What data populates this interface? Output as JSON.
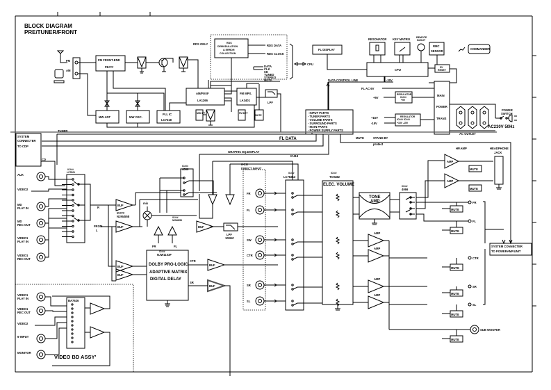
{
  "title": {
    "line1": "BLOCK DIAGRAM",
    "line2": "PRE/TUNER/FRONT"
  },
  "tuner": {
    "fm_label": "FM",
    "am_label": "AM",
    "fm_front_end": "FM FRONT-END",
    "fm_front_end_ic": "FE###",
    "mw_ant": "MW ANT",
    "mw_osc": "MW OSC.",
    "pll_ic": "PLL IC",
    "pll_ic_part": "LC7218",
    "amfm_if": "AM/FM IF",
    "amfm_if_part": "LA1266",
    "mw_ift": "MW IFT",
    "fm_mpx": "FM MPX.",
    "fm_mpx_part": "LA3401",
    "fm_det": "FM DET",
    "mute": "MUTE",
    "lpf": "LPF",
    "rds_only": "RDS ONLY",
    "rds_block": [
      "RDS",
      "DEMODULATION",
      "& ERROR",
      "COLLECTION"
    ],
    "rds_data": "RDS DATA",
    "rds_clock": "RDS CLOCK",
    "cpu_bus": [
      "DATA",
      "CLK",
      "CE",
      "TUNED",
      "STEREO",
      "MUTE"
    ],
    "cpu_arrow": "CPU"
  },
  "control": {
    "fl_display": "FL DISPLAY",
    "resonator": "RESONATOR",
    "key_matrix": "KEY MATRIX",
    "remote_inout": [
      "REMOTE",
      "IN/OUT"
    ],
    "rmc_sensor": [
      "RMC",
      "SENSOR"
    ],
    "commander": "COMMANDER",
    "cpu": "CPU",
    "reset": [
      "5V",
      "RESET"
    ],
    "minus30v": "-30V",
    "data_control_line": "DATA CONTROL LINE",
    "parts_list": [
      "- INPUT PARTS",
      "- TUNER PARTS",
      "- VOLUME PARTS",
      "- SURROUND PARTS",
      "- MAIN PARTS",
      "- POWER SUPPLY PARTS"
    ],
    "fl_ac": "FL AC 6V",
    "plus5v": "+5V",
    "regulator1": [
      "REGULATOR",
      "IC###",
      "+5V"
    ],
    "plus15v": "+15V",
    "minus15v": "-15V",
    "regulator2": [
      "REGULATOR",
      "IC###  IC###",
      "+15V   -15V"
    ],
    "main_power_trans": [
      "MAIN",
      "POWER",
      "TRANS"
    ],
    "ac_outlet": "AC OUTLET",
    "power_switch": [
      "POWER",
      "SWITCH"
    ],
    "ac_spec": "AC230V 50Hz"
  },
  "signals": {
    "tuner": "TUNER",
    "fl_data": "FL DATA",
    "graphic_eq": "GRAPHIC EQ.DISPLAY",
    "mute": "MUTE",
    "standby": "STAND-BY",
    "protect": "protect"
  },
  "inputs": {
    "system_cdp": [
      "SYSTEM",
      "CONNECTER",
      "TO CDP"
    ],
    "cd": "CD",
    "jacks": [
      "AUX",
      "VIDEO2",
      "MD\nPLAY IN",
      "MD\nREC OUT",
      "VIDEO1\nPLAY IN",
      "VIDEO1\nREC OUT"
    ],
    "selector_ic": [
      "IC###",
      "LC7821"
    ],
    "r": "R",
    "from": "FROM",
    "l": "L"
  },
  "processing": {
    "buf": "BUF",
    "mix": "mix",
    "ic_buf": [
      "IC###",
      "NJM4558"
    ],
    "sw4066": [
      "IC###",
      "4066"
    ],
    "fr": "FR",
    "fl": "FL",
    "ctr": "CTR",
    "sr": "SR",
    "dolby": [
      "IC###",
      "NJW1103F",
      "DOLBY PRO-LOGIC",
      "ADAPTIVE MATRIX",
      "DIGITAL DELAY"
    ],
    "lpf100": [
      "LPF",
      "100HZ"
    ],
    "direct_input": [
      "6-CH",
      "DIRECT INPUT"
    ],
    "direct_jacks": [
      "FR",
      "FL",
      "SW",
      "CTR",
      "SR",
      "SL"
    ],
    "ic419": "IC419",
    "lc78213": [
      "IC###",
      "LC78213"
    ],
    "elec_volume": [
      "IC###",
      "TC9482",
      "ELEC. VOLUME"
    ],
    "tone_amp": [
      "TONE",
      "AMP"
    ],
    "sw4066b": [
      "IC###",
      "4066"
    ]
  },
  "outputs": {
    "hp_amp": "HP.AMP",
    "headphone": [
      "HEADPHONE",
      "JACK"
    ],
    "amp": "AMP",
    "mute": "MUTE",
    "out_labels": [
      "FR",
      "FL",
      "CTR",
      "SR",
      "SL",
      "SUB WOOFER"
    ],
    "system_power": [
      "SYSTEM CONNECTER",
      "TO POWERAMP.UNIT"
    ]
  },
  "video": {
    "title": "VIDEO BD ASSY'",
    "ic": "BA7626",
    "jacks": [
      "VIDEO1\nPLAY IN",
      "VIDEO1\nREC OUT",
      "VIDEO2",
      "6-INPUT",
      "MONITOR"
    ]
  }
}
